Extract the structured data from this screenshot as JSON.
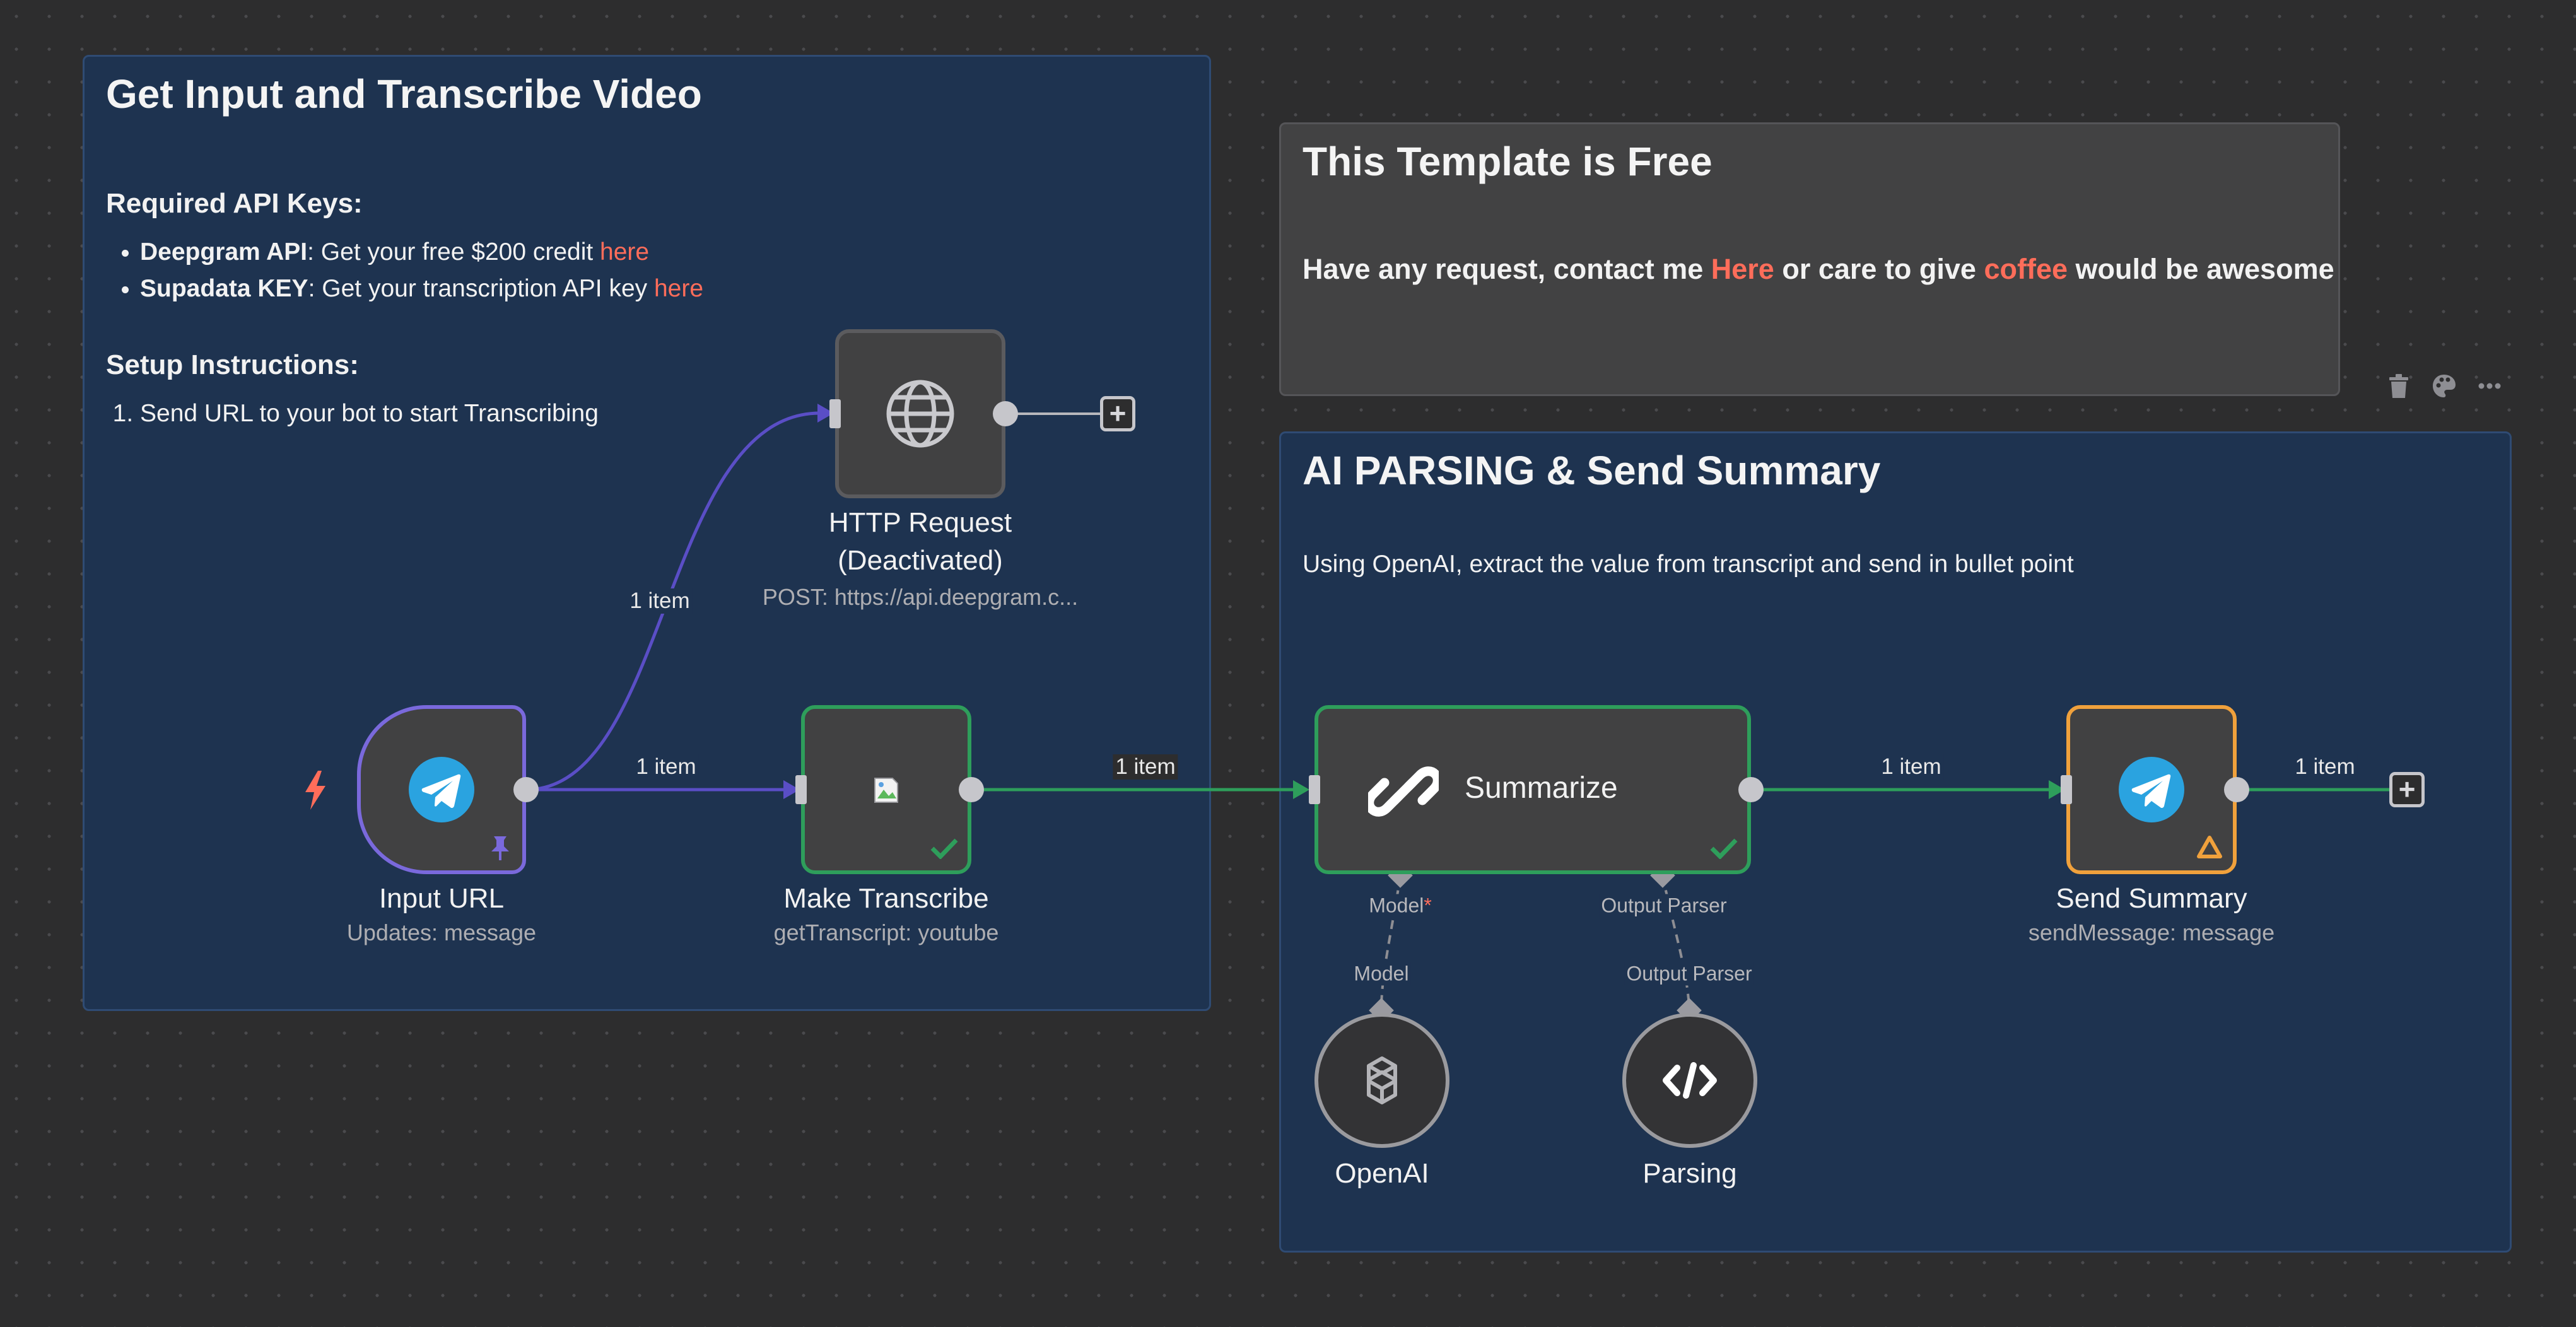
{
  "stickies": {
    "input_section": {
      "title": "Get Input and Transcribe Video",
      "keys_heading": "Required API Keys:",
      "keys": [
        {
          "name": "Deepgram API",
          "text": ": Get your free $200 credit ",
          "link": "here"
        },
        {
          "name": "Supadata KEY",
          "text": ": Get your transcription API key ",
          "link": "here"
        }
      ],
      "setup_heading": "Setup Instructions:",
      "steps": [
        "Send URL to your bot to start Transcribing"
      ]
    },
    "free_template": {
      "title": "This Template is Free",
      "text_1": "Have any request, contact me ",
      "link_1": "Here",
      "text_2": " or care to give ",
      "link_2": "coffee",
      "text_3": " would be awesome"
    },
    "ai_section": {
      "title": "AI PARSING & Send Summary",
      "description": "Using OpenAI, extract the value from transcript and send in bullet point"
    }
  },
  "nodes": {
    "input_url": {
      "name": "Input URL",
      "subtitle": "Updates: message",
      "icon": "telegram-icon"
    },
    "http_request": {
      "name_line1": "HTTP Request",
      "name_line2": "(Deactivated)",
      "subtitle": "POST: https://api.deepgram.c...",
      "icon": "globe-icon"
    },
    "make_transcribe": {
      "name": "Make Transcribe",
      "subtitle": "getTranscript: youtube",
      "icon": "broken-image-icon"
    },
    "summarize": {
      "name": "Summarize",
      "icon": "link-chain-icon",
      "port_model": "Model",
      "port_output_parser": "Output Parser"
    },
    "send_summary": {
      "name": "Send Summary",
      "subtitle": "sendMessage: message",
      "icon": "telegram-icon"
    },
    "openai": {
      "name": "OpenAI",
      "port_label": "Model",
      "icon": "openai-icon"
    },
    "parsing": {
      "name": "Parsing",
      "port_label": "Output Parser",
      "icon": "code-icon"
    }
  },
  "edges": {
    "label": "1 item"
  },
  "colors": {
    "canvas": "#2d2d2e",
    "sticky_blue": "#1e3350",
    "link": "#ff6d5a",
    "success": "#2e9e5b",
    "trigger": "#7a69dc",
    "warning": "#f0a13c"
  },
  "toolbar": {
    "icons": [
      "trash-icon",
      "palette-icon",
      "more-icon"
    ]
  }
}
